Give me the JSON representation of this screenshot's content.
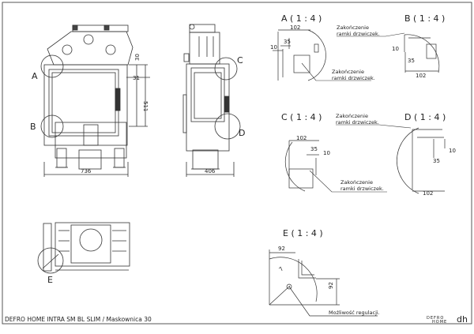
{
  "sheet": {
    "title_block": "DEFRO HOME INTRA SM BL SLIM / Maskownica 30",
    "logo_text": "DEFRO",
    "logo_sub": "HOME",
    "logo_mark": "dh"
  },
  "front_view": {
    "callouts": [
      "A",
      "B"
    ],
    "dims": {
      "top_offset": "30",
      "side_offset": "31",
      "height": "511",
      "width": "736"
    }
  },
  "side_view": {
    "callouts": [
      "C",
      "D"
    ],
    "dims": {
      "depth": "406"
    }
  },
  "top_view": {
    "callouts": [
      "E"
    ]
  },
  "details": {
    "A": {
      "title": "A ( 1 : 4 )",
      "dims": [
        "102",
        "35",
        "10"
      ],
      "notes": [
        "Zakończenie ramki drzwiczek.",
        "Zakończenie ramki drzwiczek."
      ]
    },
    "B": {
      "title": "B ( 1 : 4 )",
      "dims": [
        "10",
        "35",
        "102"
      ]
    },
    "C": {
      "title": "C ( 1 : 4 )",
      "dims": [
        "102",
        "35",
        "10"
      ],
      "notes": [
        "Zakończenie ramki drzwiczek.",
        "Zakończenie ramki drzwiczek."
      ]
    },
    "D": {
      "title": "D ( 1 : 4 )",
      "dims": [
        "10",
        "35",
        "102"
      ]
    },
    "E": {
      "title": "E ( 1 : 4 )",
      "dims": [
        "92",
        "92",
        "7"
      ],
      "note": "Możliwość regulacji."
    }
  },
  "note_lines": {
    "zak": "Zakończenie",
    "ramki": "ramki drzwiczek."
  }
}
